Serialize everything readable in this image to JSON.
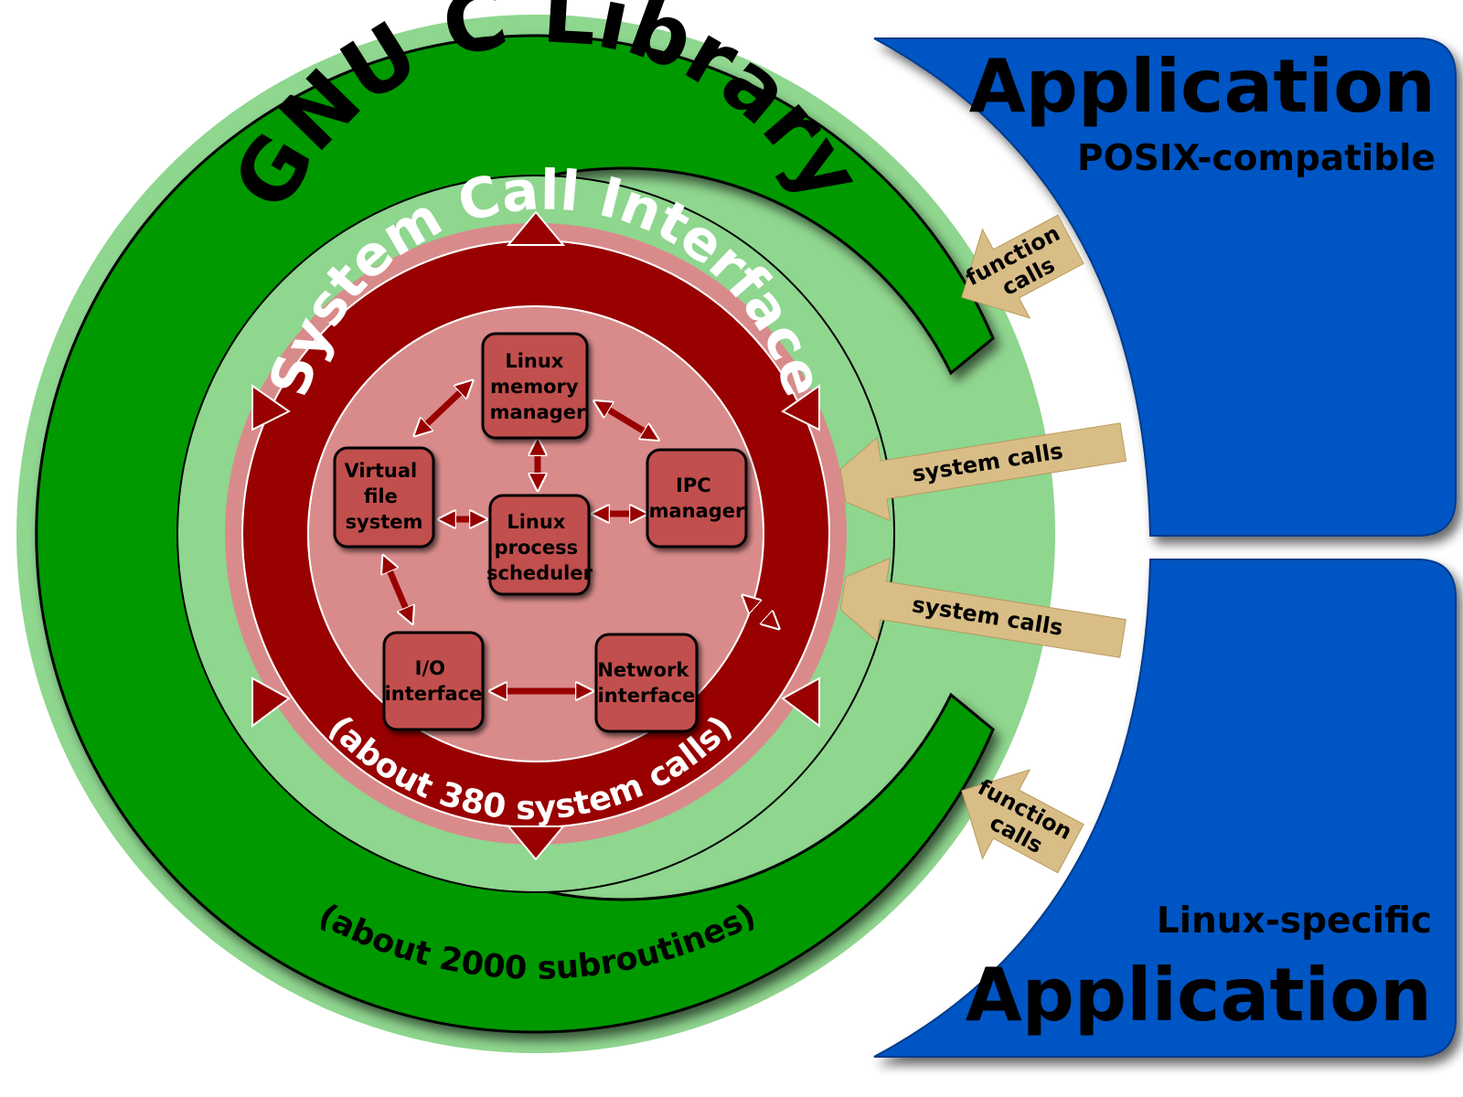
{
  "glibc": {
    "title": "GNU C Library",
    "subtitle": "(about 2000 subroutines)"
  },
  "syscall_interface": {
    "title": "System Call Interface",
    "subtitle": "(about 380 system calls)"
  },
  "kernel_components": {
    "memory_manager": [
      "Linux",
      "memory",
      "manager"
    ],
    "virtual_fs": [
      "Virtual",
      "file",
      "system"
    ],
    "ipc_manager": [
      "IPC",
      "manager"
    ],
    "process_scheduler": [
      "Linux",
      "process",
      "scheduler"
    ],
    "io_interface": [
      "I/O",
      "interface"
    ],
    "network_interface": [
      "Network",
      "interface"
    ]
  },
  "applications": {
    "posix": {
      "title": "Application",
      "subtitle": "POSIX-compatible"
    },
    "linux": {
      "title": "Application",
      "subtitle": "Linux-specific"
    }
  },
  "arrows": {
    "function_calls_top": [
      "function",
      "calls"
    ],
    "system_calls_top": "system calls",
    "system_calls_bottom": "system calls",
    "function_calls_bottom": [
      "function",
      "calls"
    ]
  },
  "colors": {
    "glibc_green": "#009900",
    "light_green": "#8fd68f",
    "interface_dark_red": "#990000",
    "interface_pink": "#d98b8b",
    "component_red": "#c0504d",
    "application_blue": "#0055c4",
    "call_arrow_tan": "#d9bd86"
  }
}
